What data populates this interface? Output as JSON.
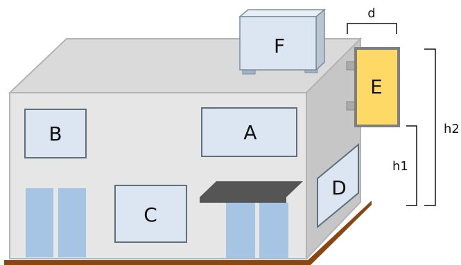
{
  "labels": {
    "window_a": "A",
    "window_b": "B",
    "window_c": "C",
    "window_d": "D",
    "unit_e": "E",
    "unit_f": "F"
  },
  "dimensions": {
    "d": "d",
    "h1": "h1",
    "h2": "h2"
  },
  "colors": {
    "front_wall": "#e6e6e6",
    "side_wall": "#c6c6c6",
    "roof": "#dadada",
    "outline": "#b3b3b3",
    "window_fill": "#dce6f2",
    "window_stroke": "#5f6f7a",
    "door_glass": "#a6c4e3",
    "canopy": "#5a5a5a",
    "ground": "#8b4513",
    "unit_e_fill": "#ffd966",
    "unit_e_stroke": "#7f7f7f",
    "unit_f_fill": "#dce6f2",
    "bracket": "#111111"
  }
}
